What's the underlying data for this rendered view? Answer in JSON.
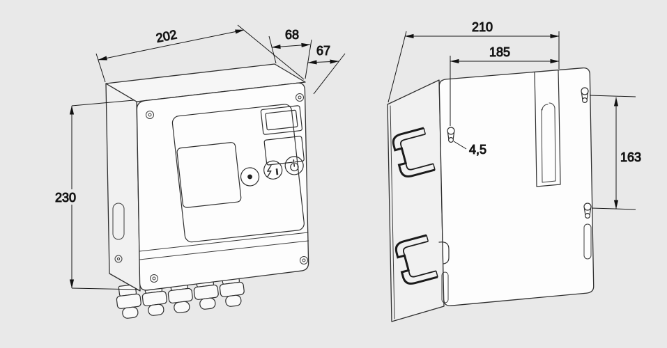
{
  "colors": {
    "background": "#e9e9e9",
    "line": "#2f2f2f",
    "dimension_text": "#111111",
    "face_fill": "#fdfdfd"
  },
  "front_view": {
    "dims": {
      "width": "202",
      "depth_rear": "68",
      "depth_front": "67",
      "height": "230"
    },
    "panel": {
      "info_button_text": "i"
    }
  },
  "rear_view": {
    "dims": {
      "overall_width": "210",
      "hole_spacing_horizontal": "185",
      "hole_diameter": "4,5",
      "hole_spacing_vertical": "163"
    }
  }
}
